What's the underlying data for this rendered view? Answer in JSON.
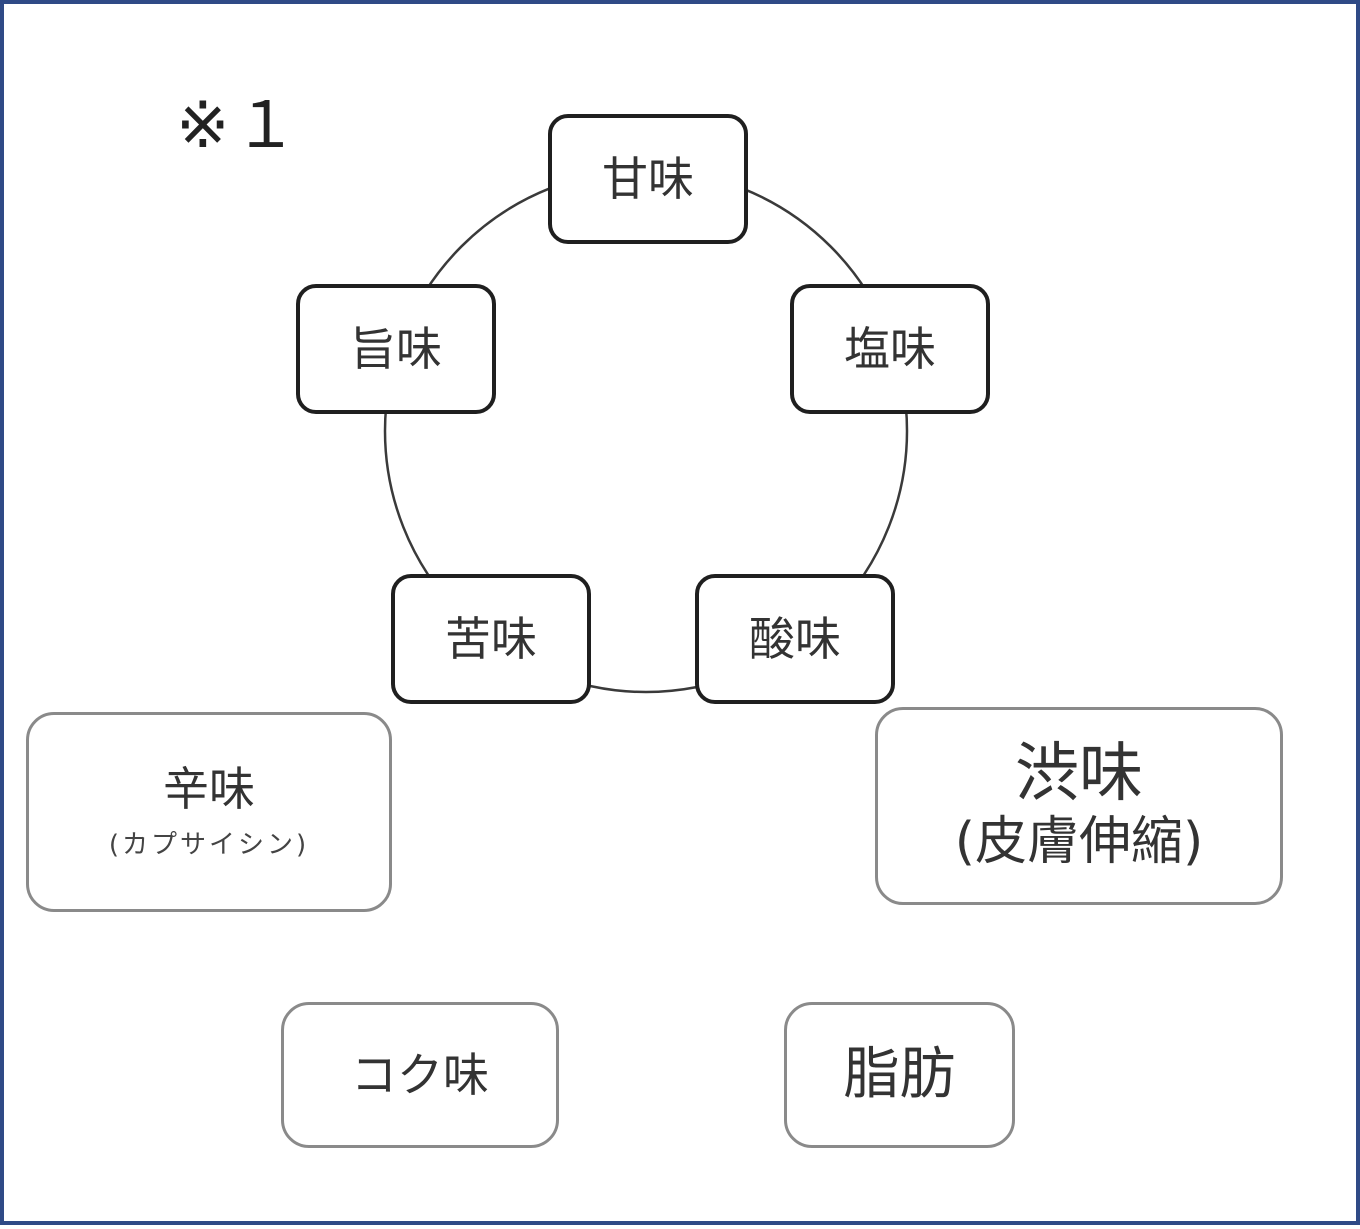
{
  "note": "※１",
  "basic_tastes": {
    "sweet": "甘味",
    "salty": "塩味",
    "sour": "酸味",
    "bitter": "苦味",
    "umami": "旨味"
  },
  "other_tastes": {
    "spicy": {
      "label": "辛味",
      "sub": "(カプサイシン)"
    },
    "astringent": {
      "label": "渋味",
      "sub": "(皮膚伸縮)"
    },
    "kokumi": {
      "label": "コク味"
    },
    "fat": {
      "label": "脂肪"
    }
  }
}
